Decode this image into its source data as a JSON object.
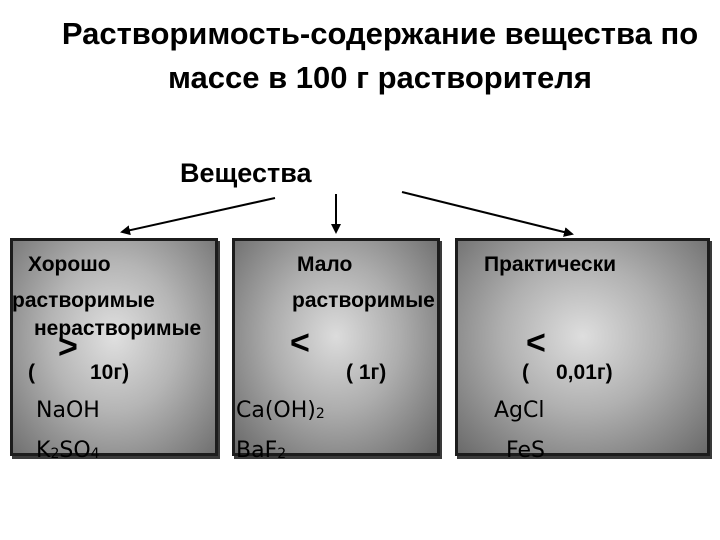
{
  "title": "Растворимость-содержание вещества по массе в 100 г растворителя",
  "subtitle": "Вещества",
  "groups": [
    {
      "line1": "Хорошо",
      "line2": "растворимые",
      "symbol": ">",
      "paren_open": "(",
      "amount": "10г)",
      "examples": [
        {
          "base": "NaOH",
          "sub": ""
        },
        {
          "base": "K",
          "sub": "2",
          "rest": "SO",
          "sub2": "4"
        }
      ]
    },
    {
      "line1": "Мало",
      "line2": "растворимые",
      "symbol": "<",
      "amount": "( 1г)",
      "examples": [
        {
          "base": "Ca(OH)",
          "sub": "2"
        },
        {
          "base": "BaF",
          "sub": "2"
        }
      ]
    },
    {
      "line1": "Практически",
      "line2": "нерастворимые",
      "symbol": "<",
      "paren_open": "(",
      "amount": "0,01г)",
      "examples": [
        {
          "base": "AgCl",
          "sub": ""
        },
        {
          "base": "FeS",
          "sub": ""
        }
      ]
    }
  ]
}
